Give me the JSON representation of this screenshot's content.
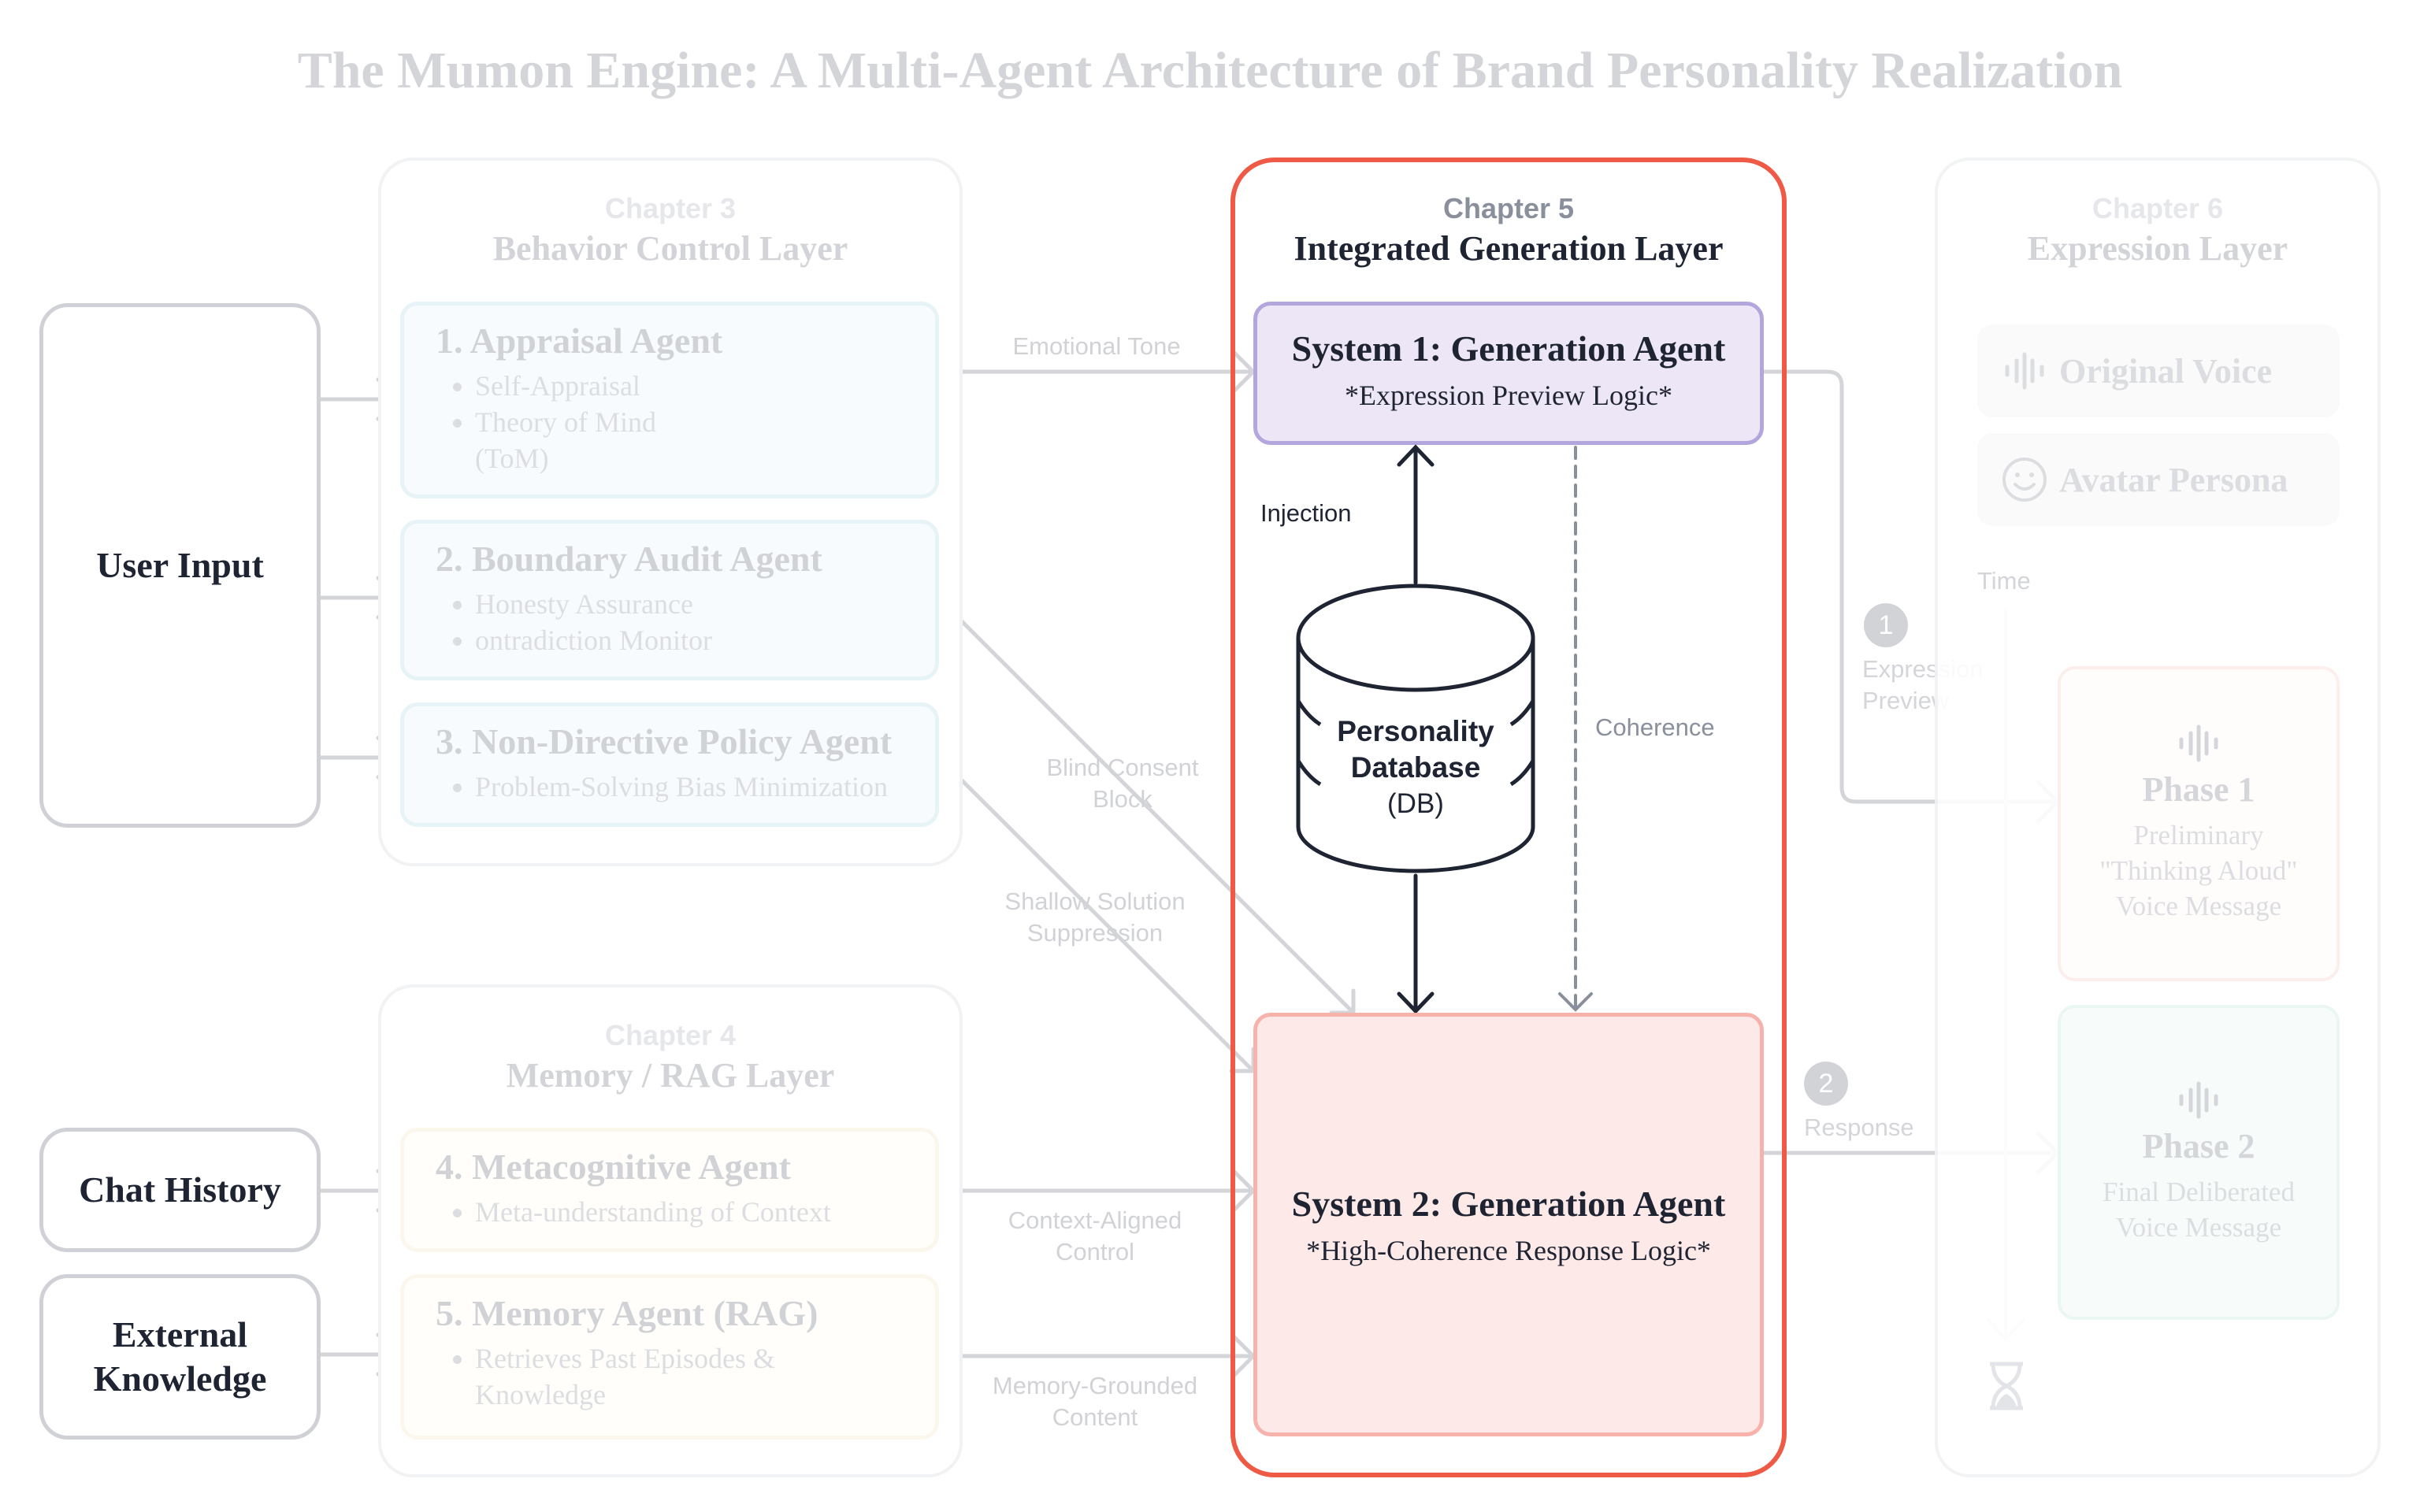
{
  "title": "The Mumon Engine: A Multi-Agent Architecture of Brand Personality Realization",
  "inputs": {
    "user_input": "User Input",
    "chat_history": "Chat History",
    "external_knowledge_line1": "External",
    "external_knowledge_line2": "Knowledge"
  },
  "chapter3": {
    "chapter": "Chapter 3",
    "layer": "Behavior Control Layer",
    "agents": [
      {
        "title": "1. Appraisal Agent",
        "bullets": [
          "Self-Appraisal",
          "Theory of Mind (ToM)"
        ]
      },
      {
        "title": "2. Boundary Audit Agent",
        "bullets": [
          "Honesty Assurance",
          "ontradiction Monitor"
        ]
      },
      {
        "title": "3. Non-Directive Policy Agent",
        "bullets": [
          "Problem-Solving Bias Minimization"
        ]
      }
    ]
  },
  "chapter4": {
    "chapter": "Chapter 4",
    "layer": "Memory / RAG Layer",
    "agents": [
      {
        "title": "4. Metacognitive Agent",
        "bullets": [
          "Meta-understanding of Context"
        ]
      },
      {
        "title": "5. Memory Agent (RAG)",
        "bullets": [
          "Retrieves Past Episodes & Knowledge"
        ]
      }
    ]
  },
  "chapter5": {
    "chapter": "Chapter 5",
    "layer": "Integrated Generation Layer",
    "system1": {
      "title": "System 1: Generation Agent",
      "subtitle": "*Expression Preview Logic*"
    },
    "system2": {
      "title": "System 2: Generation Agent",
      "subtitle": "*High-Coherence Response Logic*"
    },
    "database": {
      "line1": "Personality",
      "line2": "Database",
      "line3": "(DB)"
    },
    "injection_label": "Injection",
    "coherence_label": "Coherence"
  },
  "flow_labels": {
    "emotional_tone": "Emotional Tone",
    "blind_consent_1": "Blind Consent",
    "blind_consent_2": "Block",
    "shallow_1": "Shallow Solution",
    "shallow_2": "Suppression",
    "context_1": "Context-Aligned",
    "context_2": "Control",
    "memory_1": "Memory-Grounded",
    "memory_2": "Content"
  },
  "chapter6": {
    "chapter": "Chapter 6",
    "layer": "Expression Layer",
    "items": [
      {
        "label": "Original Voice",
        "icon": "waveform-icon"
      },
      {
        "label": "Avatar Persona",
        "icon": "smiley-icon"
      }
    ],
    "time_label": "Time",
    "phases": [
      {
        "title": "Phase 1",
        "desc": [
          "Preliminary",
          "\"Thinking Aloud\"",
          "Voice Message"
        ]
      },
      {
        "title": "Phase 2",
        "desc": [
          "Final Deliberated",
          "Voice Message"
        ]
      }
    ]
  },
  "outputs": {
    "step1_badge": "1",
    "step1_label_1": "Expression",
    "step1_label_2": "Preview",
    "step2_badge": "2",
    "step2_label": "Response"
  },
  "colors": {
    "focus_frame": "#ee5a45",
    "system1_fill": "#ece6f7",
    "system1_border": "#b3a6dc",
    "system2_fill": "#fde9e7",
    "system2_border": "#f6b2ab",
    "dark_text": "#1f2433",
    "muted": "#d0d2d6"
  }
}
